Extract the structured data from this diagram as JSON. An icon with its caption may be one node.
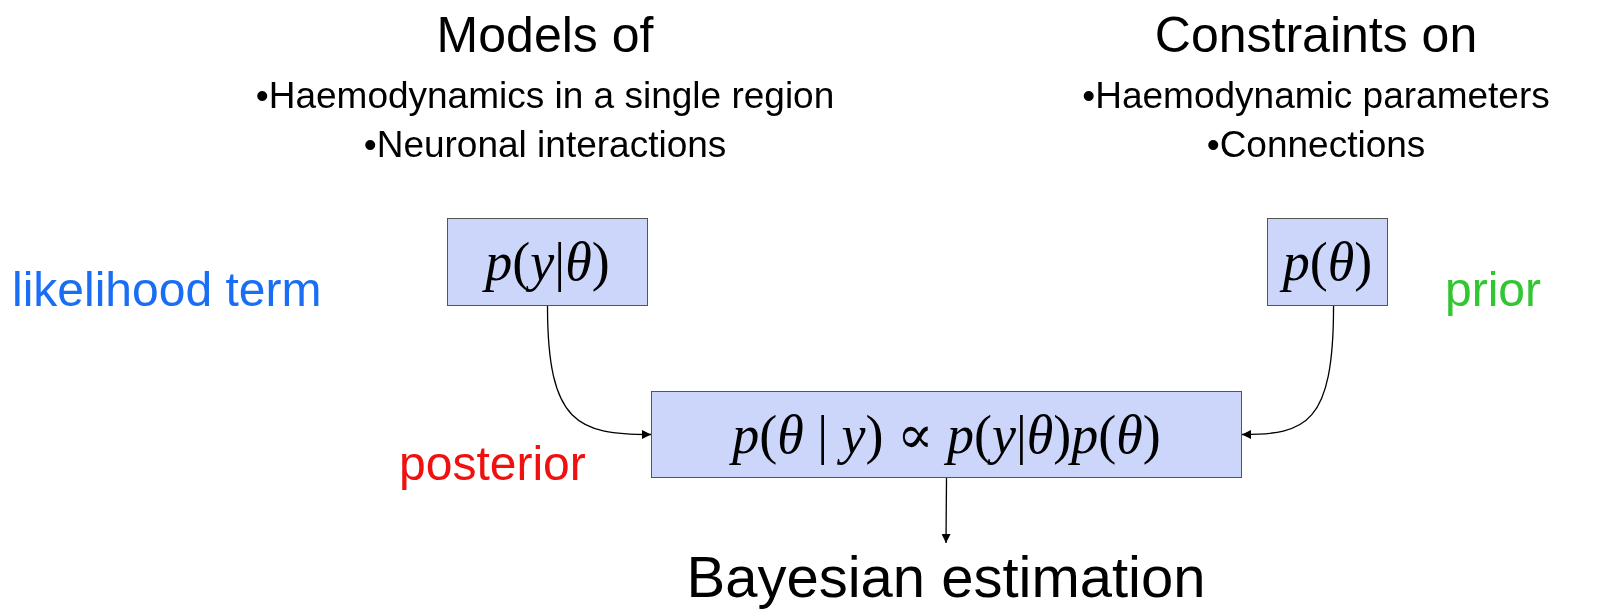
{
  "diagram": {
    "nodes": [
      {
        "text": [
          "*p*(*y*|*θ*)"
        ],
        "beside": [
          "likelihood term"
        ]
      },
      {
        "text": [
          "*p*(*θ*)"
        ],
        "beside": [
          "prior"
        ]
      },
      {
        "text": [
          "*p*(*θ* | *y*) ∝ *p*(*y*|*θ*)*p*(*θ*)"
        ],
        "beside": [
          "posterior"
        ]
      },
      {
        "text": [
          "Bayesian estimation"
        ]
      }
    ],
    "edges": [
      {
        "from": 0,
        "to": 2,
        "arrow": "to"
      },
      {
        "from": 1,
        "to": 2,
        "arrow": "to"
      },
      {
        "from": 2,
        "to": 3,
        "arrow": "to"
      }
    ],
    "labels": [
      "Models of",
      "•Haemodynamics in a single region",
      "•Neuronal interactions",
      "Constraints on",
      "•Haemodynamic parameters",
      "•Connections"
    ]
  }
}
